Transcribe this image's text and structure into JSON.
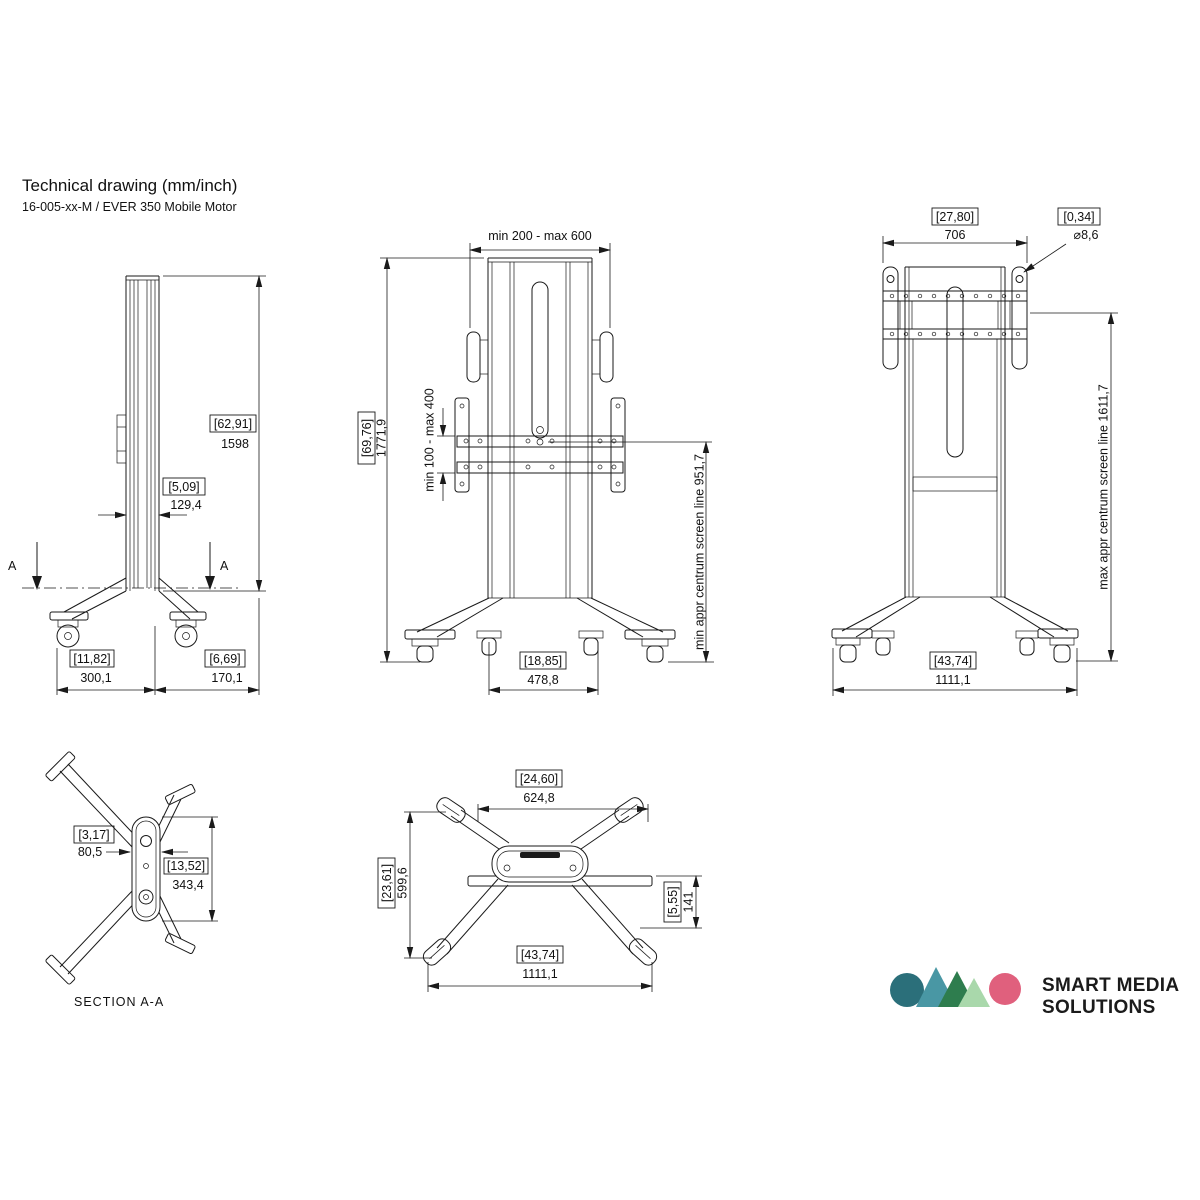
{
  "title": "Technical drawing (mm/inch)",
  "subtitle": "16-005-xx-M / EVER 350 Mobile Motor",
  "views": {
    "side": {
      "section_marker": "A",
      "height_inch": "[62,91]",
      "height_mm": "1598",
      "column_depth_inch": "[5,09]",
      "column_depth_mm": "129,4",
      "base_front_inch": "[11,82]",
      "base_front_mm": "300,1",
      "base_rear_inch": "[6,69]",
      "base_rear_mm": "170,1"
    },
    "front": {
      "vesa_width_range": "min 200 - max 600",
      "vesa_height_range": "min 100 - max 400",
      "total_height_inch": "[69,76]",
      "total_height_mm": "1771,9",
      "foot_width_inch": "[18,85]",
      "foot_width_mm": "478,8",
      "screen_line_min": "min appr centrum screen line 951,7"
    },
    "back": {
      "bracket_width_inch": "[27,80]",
      "bracket_width_mm": "706",
      "hole_inch": "[0,34]",
      "hole_mm": "⌀8,6",
      "screen_line_max": "max appr centrum screen line 1611,7",
      "base_width_inch": "[43,74]",
      "base_width_mm": "1111,1"
    },
    "section": {
      "label": "SECTION A-A",
      "pod_width_inch": "[3,17]",
      "pod_width_mm": "80,5",
      "pod_height_inch": "[13,52]",
      "pod_height_mm": "343,4"
    },
    "top": {
      "inner_width_inch": "[24,60]",
      "inner_width_mm": "624,8",
      "depth_inch": "[23,61]",
      "depth_mm": "599,6",
      "pod_depth_inch": "[5,55]",
      "pod_depth_mm": "141",
      "total_width_inch": "[43,74]",
      "total_width_mm": "1111,1"
    }
  },
  "logo": {
    "line1": "SMART MEDIA",
    "line2": "SOLUTIONS",
    "colors": {
      "teal_dark": "#2b6f7a",
      "teal": "#4997a4",
      "green_dark": "#2e7d4e",
      "green_light": "#a9d8ab",
      "pink": "#e0607d"
    }
  }
}
